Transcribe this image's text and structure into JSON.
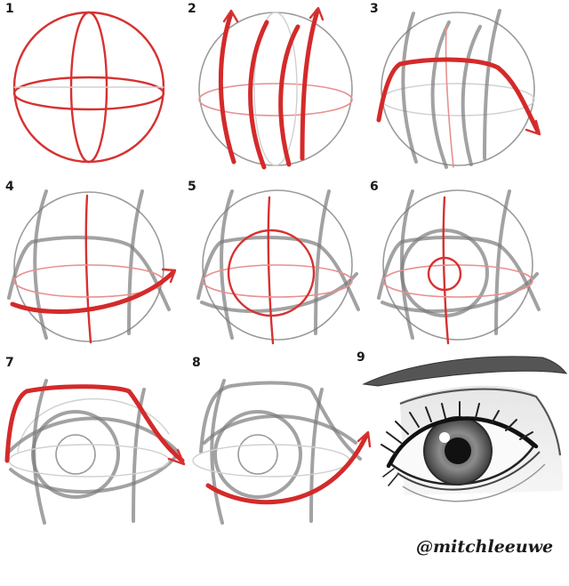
{
  "steps": [
    {
      "number": "1"
    },
    {
      "number": "2"
    },
    {
      "number": "3"
    },
    {
      "number": "4"
    },
    {
      "number": "5"
    },
    {
      "number": "6"
    },
    {
      "number": "7"
    },
    {
      "number": "8"
    },
    {
      "number": "9"
    }
  ],
  "signature": "@mitchleeuwe",
  "colors": {
    "guide_red": "#d63232",
    "sketch_grey": "#8a8a8a",
    "background": "#ffffff"
  }
}
